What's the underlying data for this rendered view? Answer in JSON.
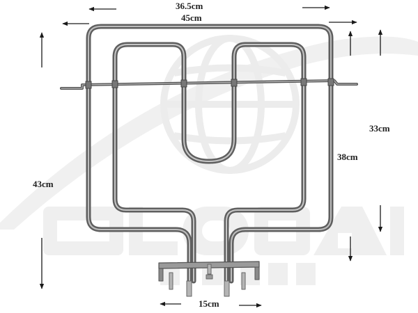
{
  "dimensions": {
    "width_inner": "36.5cm",
    "width_outer": "45cm",
    "height_right_upper": "33cm",
    "height_right_lower": "38cm",
    "height_left": "43cm",
    "connector_width": "15cm"
  },
  "watermark": {
    "brand": "GLOBAL",
    "sub": "PARTS"
  },
  "colors": {
    "element": "#6e6e6e",
    "element_highlight": "#c8c8c8",
    "arrow": "#1a1a1a",
    "watermark": "#ededed"
  }
}
